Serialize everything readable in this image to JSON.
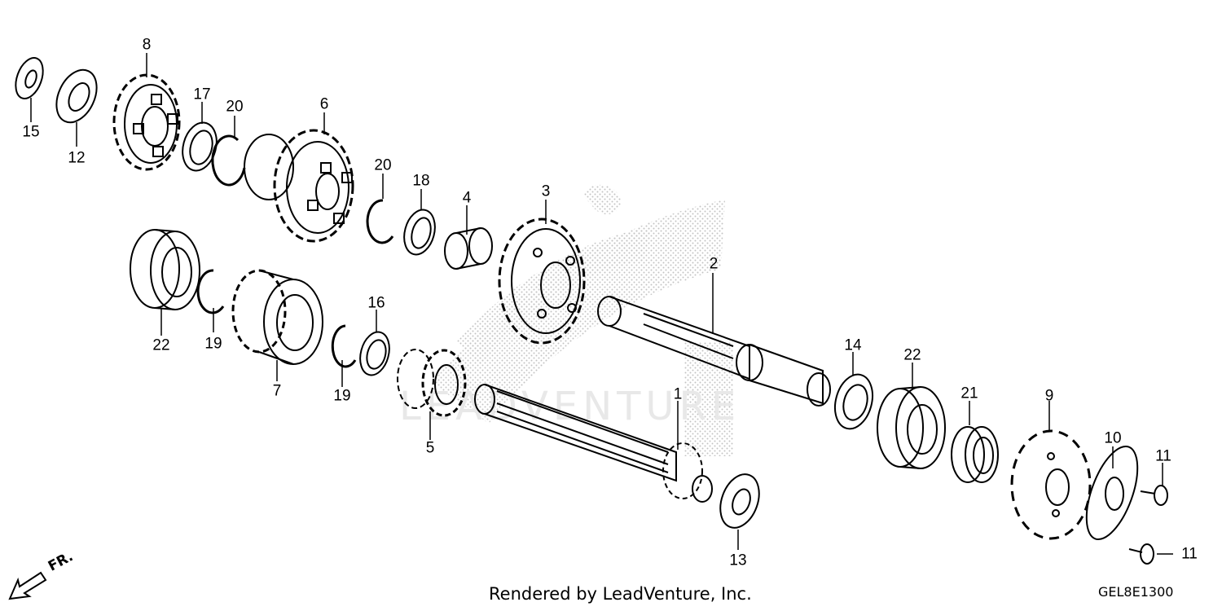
{
  "callouts": [
    {
      "id": "c1",
      "text": "1"
    },
    {
      "id": "c2",
      "text": "2"
    },
    {
      "id": "c3",
      "text": "3"
    },
    {
      "id": "c4",
      "text": "4"
    },
    {
      "id": "c5",
      "text": "5"
    },
    {
      "id": "c6",
      "text": "6"
    },
    {
      "id": "c7",
      "text": "7"
    },
    {
      "id": "c8",
      "text": "8"
    },
    {
      "id": "c9",
      "text": "9"
    },
    {
      "id": "c10",
      "text": "10"
    },
    {
      "id": "c11a",
      "text": "11"
    },
    {
      "id": "c11b",
      "text": "11"
    },
    {
      "id": "c12",
      "text": "12"
    },
    {
      "id": "c13",
      "text": "13"
    },
    {
      "id": "c14",
      "text": "14"
    },
    {
      "id": "c15",
      "text": "15"
    },
    {
      "id": "c16",
      "text": "16"
    },
    {
      "id": "c17",
      "text": "17"
    },
    {
      "id": "c18",
      "text": "18"
    },
    {
      "id": "c19a",
      "text": "19"
    },
    {
      "id": "c19b",
      "text": "19"
    },
    {
      "id": "c20a",
      "text": "20"
    },
    {
      "id": "c20b",
      "text": "20"
    },
    {
      "id": "c21",
      "text": "21"
    },
    {
      "id": "c22a",
      "text": "22"
    },
    {
      "id": "c22b",
      "text": "22"
    }
  ],
  "footer": {
    "credit": "Rendered by LeadVenture, Inc.",
    "diagram_code": "GEL8E1300"
  },
  "direction_label": "FR.",
  "watermark_text": "LEADVENTURE"
}
